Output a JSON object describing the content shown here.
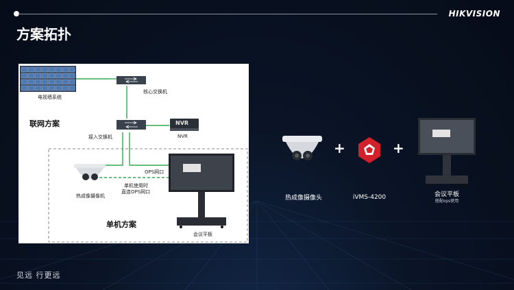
{
  "header": {
    "brand": "HIKVISION",
    "title": "方案拓扑"
  },
  "footer": {
    "slogan": "见远 行更远"
  },
  "diagram": {
    "video_wall": "电视墙系统",
    "core_switch": "核心交换机",
    "access_switch": "接入交换机",
    "nvr_badge": "NVR",
    "nvr_label": "NVR",
    "networked_solution": "联网方案",
    "camera_label": "热成像摄像机",
    "ops_port": "OPS网口",
    "standalone_note_line1": "单机使用时",
    "standalone_note_line2": "直连OPS网口",
    "standalone_solution": "单机方案",
    "panel_label": "会议平板"
  },
  "products": {
    "camera": "热成像摄像头",
    "software": "iVMS-4200",
    "panel": "会议平板",
    "panel_sub": "搭配ops使用"
  }
}
